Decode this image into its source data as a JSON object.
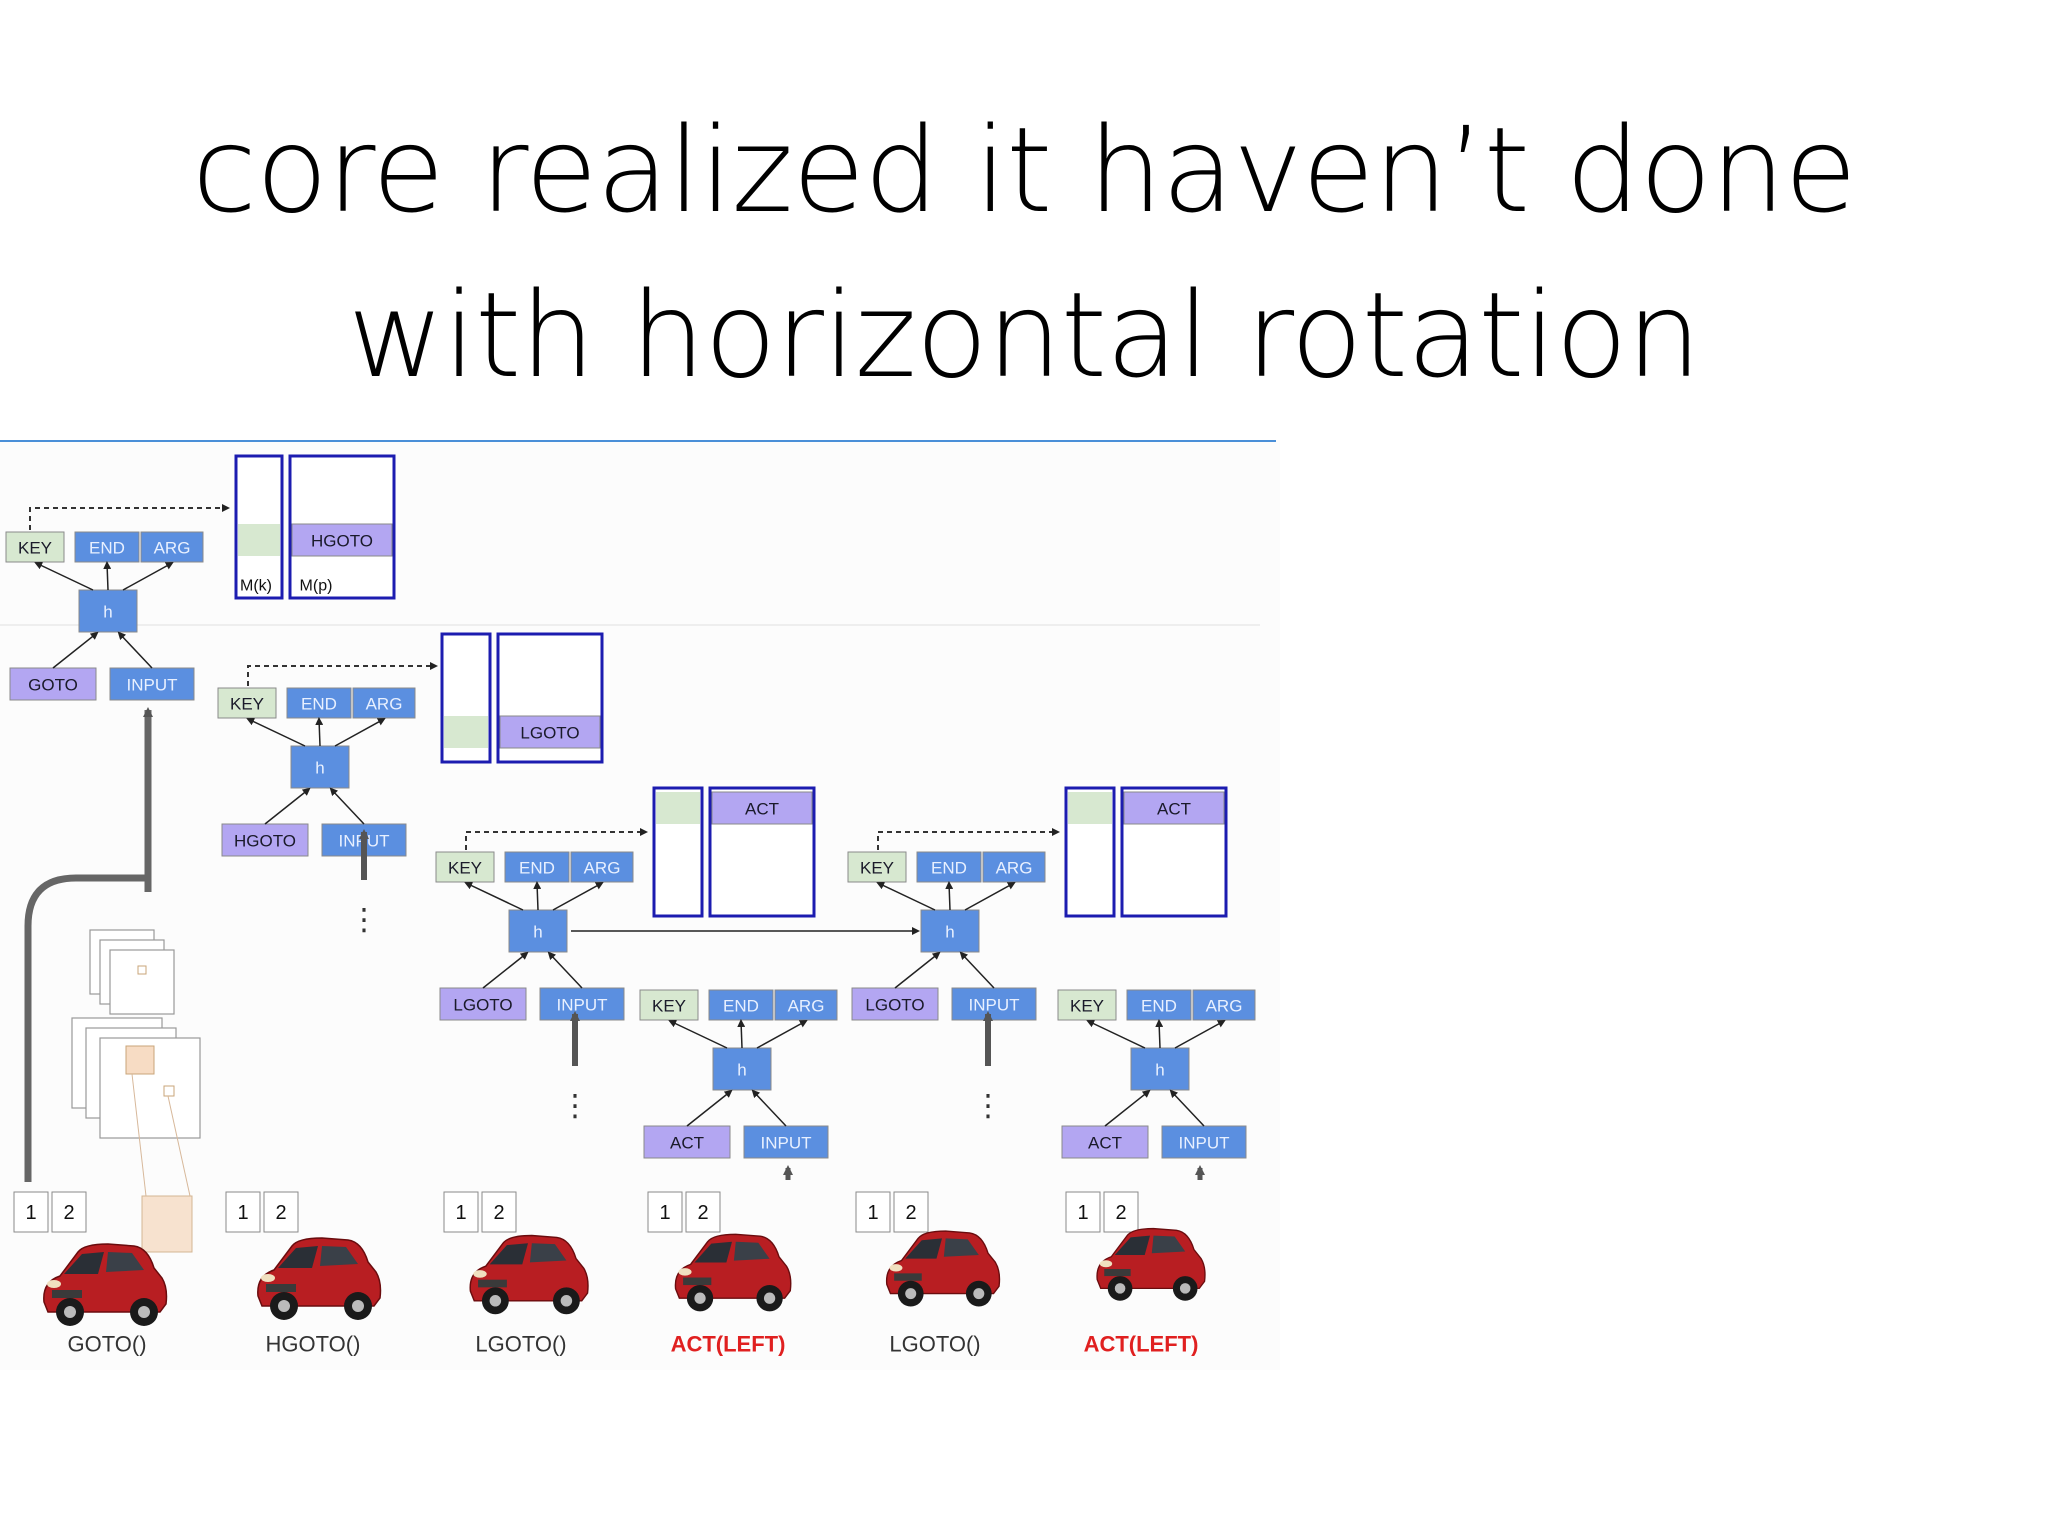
{
  "slide": {
    "title_line1": "core realized it haven’t done",
    "title_line2": "with horizontal rotation"
  },
  "colors": {
    "blue_box": "#5b8fe0",
    "lavender_box": "#b3a6f2",
    "green_box": "#d7e8d0",
    "memory_border": "#1c1cb0",
    "act_label": "#e02020",
    "func_label": "#333333",
    "car_body": "#b81e22"
  },
  "figure": {
    "steps": [
      {
        "label": "GOTO()",
        "highlight": false,
        "heads": {
          "key": "KEY",
          "end": "END",
          "arg": "ARG",
          "core": "h"
        },
        "inputs": {
          "prog": "GOTO",
          "input": "INPUT"
        },
        "memory": {
          "program": "HGOTO",
          "key_label": "M(k)",
          "prog_label": "M(p)"
        }
      },
      {
        "label": "HGOTO()",
        "highlight": false,
        "heads": {
          "key": "KEY",
          "end": "END",
          "arg": "ARG",
          "core": "h"
        },
        "inputs": {
          "prog": "HGOTO",
          "input": "INPUT"
        },
        "memory": {
          "program": "LGOTO"
        }
      },
      {
        "label": "LGOTO()",
        "highlight": false,
        "heads": {
          "key": "KEY",
          "end": "END",
          "arg": "ARG",
          "core": "h"
        },
        "inputs": {
          "prog": "LGOTO",
          "input": "INPUT"
        },
        "memory": {
          "program": "ACT"
        }
      },
      {
        "label": "ACT(LEFT)",
        "highlight": true,
        "heads": {
          "key": "KEY",
          "end": "END",
          "arg": "ARG",
          "core": "h"
        },
        "inputs": {
          "prog": "ACT",
          "input": "INPUT"
        }
      },
      {
        "label": "LGOTO()",
        "highlight": false,
        "heads": {
          "key": "KEY",
          "end": "END",
          "arg": "ARG",
          "core": "h"
        },
        "inputs": {
          "prog": "LGOTO",
          "input": "INPUT"
        },
        "memory": {
          "program": "ACT"
        }
      },
      {
        "label": "ACT(LEFT)",
        "highlight": true,
        "heads": {
          "key": "KEY",
          "end": "END",
          "arg": "ARG",
          "core": "h"
        },
        "inputs": {
          "prog": "ACT",
          "input": "INPUT"
        }
      }
    ],
    "env_digits": [
      "1",
      "2"
    ],
    "ellipsis": "⋮"
  }
}
